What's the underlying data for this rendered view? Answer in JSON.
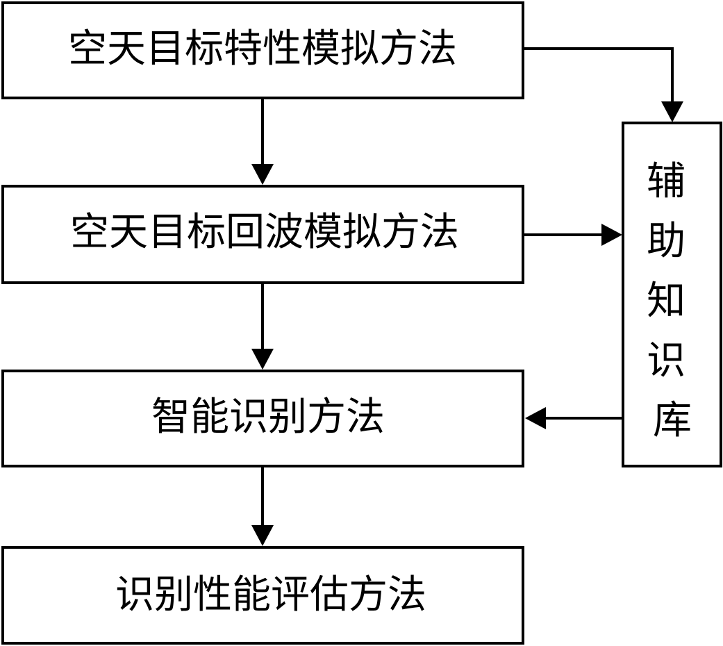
{
  "nodes": {
    "characteristic_sim": "空天目标特性模拟方法",
    "echo_sim": "空天目标回波模拟方法",
    "intelligent_recognition": "智能识别方法",
    "performance_eval": "识别性能评估方法",
    "knowledge_base": [
      "辅",
      "助",
      "知",
      "识",
      "库"
    ]
  },
  "edges": [
    {
      "from": "characteristic_sim",
      "to": "echo_sim"
    },
    {
      "from": "echo_sim",
      "to": "intelligent_recognition"
    },
    {
      "from": "intelligent_recognition",
      "to": "performance_eval"
    },
    {
      "from": "characteristic_sim",
      "to": "knowledge_base"
    },
    {
      "from": "echo_sim",
      "to": "knowledge_base"
    },
    {
      "from": "knowledge_base",
      "to": "intelligent_recognition"
    }
  ]
}
